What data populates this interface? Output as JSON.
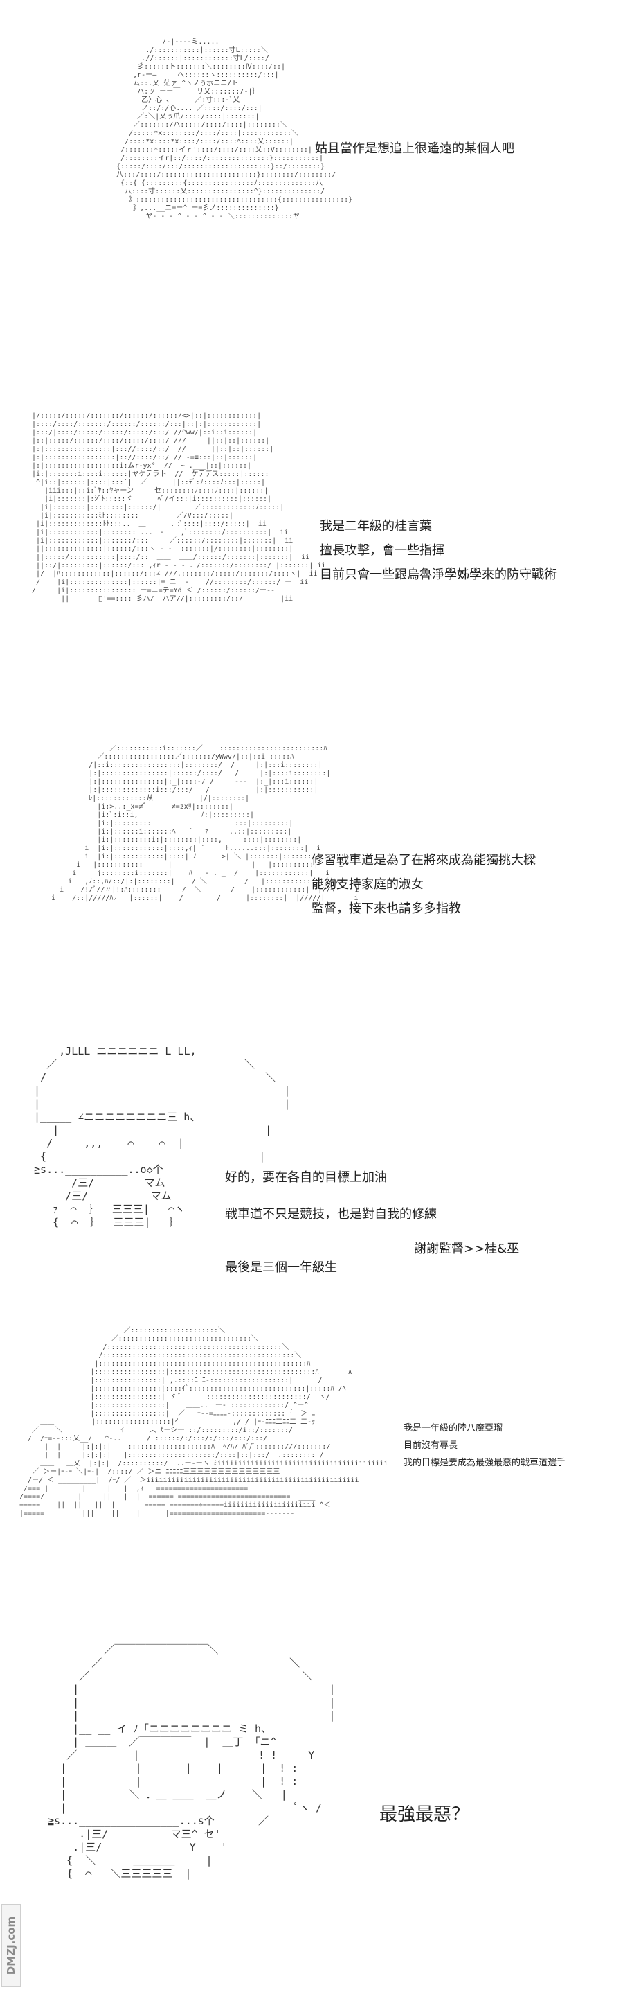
{
  "panels": [
    {
      "name": "panel-1",
      "lines": [
        "姑且當作是想追上很遙遠的某個人吧"
      ]
    },
    {
      "name": "panel-2",
      "lines": [
        "我是二年級的桂言葉",
        "擅長攻擊，會一些指揮",
        "目前只會一些跟烏魯淨學姊學來的防守戰術"
      ]
    },
    {
      "name": "panel-3",
      "lines": [
        "修習戰車道是為了在將來成為能獨挑大樑",
        "能夠支持家庭的淑女",
        "監督，接下來也請多多指教"
      ]
    },
    {
      "name": "panel-4",
      "lines": [
        "好的，要在各自的目標上加油",
        "戰車道不只是競技，也是對自我的修練",
        "謝謝監督>>桂&巫",
        "最後是三個一年級生"
      ]
    },
    {
      "name": "panel-5",
      "lines": [
        "我是一年級的陸八魔亞瑠",
        "目前沒有專長",
        "我的目標是要成為最強最惡的戰車道選手"
      ]
    },
    {
      "name": "panel-6",
      "lines": [
        "最強最惡？"
      ]
    }
  ],
  "watermark": "DMZJ.com"
}
